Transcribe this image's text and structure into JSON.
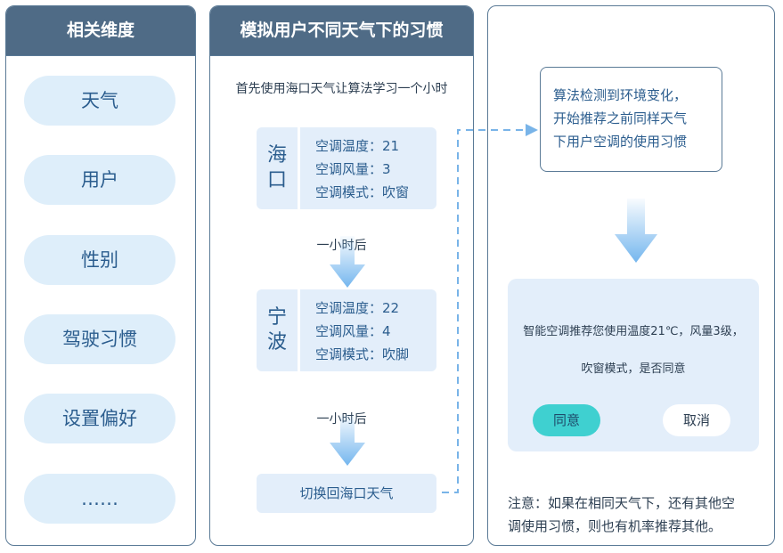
{
  "dimensions": {
    "title": "相关维度",
    "items": [
      "天气",
      "用户",
      "性别",
      "驾驶习惯",
      "设置偏好",
      "……"
    ]
  },
  "simulation": {
    "title": "模拟用户不同天气下的习惯",
    "intro": "首先使用海口天气让算法学习一个小时",
    "cards": [
      {
        "city": [
          "海",
          "口"
        ],
        "lines": [
          "空调温度：21",
          "空调风量：3",
          "空调模式：吹窗"
        ]
      },
      {
        "city": [
          "宁",
          "波"
        ],
        "lines": [
          "空调温度：22",
          "空调风量：4",
          "空调模式：吹脚"
        ]
      }
    ],
    "after_label": "一小时后",
    "switch_label": "切换回海口天气"
  },
  "recommendation": {
    "detect_lines": [
      "算法检测到环境变化，",
      "开始推荐之前同样天气",
      "下用户空调的使用习惯"
    ],
    "message_lines": [
      "智能空调推荐您使用温度21℃，风量3级，",
      "吹窗模式，是否同意"
    ],
    "agree_label": "同意",
    "cancel_label": "取消",
    "note_lines": [
      "注意：如果在相同天气下，还有其他空",
      "调使用习惯，则也有机率推荐其他。"
    ]
  },
  "colors": {
    "header_bg": "#4f6b86",
    "pill_bg": "#deeefa",
    "card_bg": "#e3eefa",
    "agree_bg": "#3fd0d0",
    "arrow": "#74b6ee",
    "dashed_line": "#79b4e8"
  }
}
